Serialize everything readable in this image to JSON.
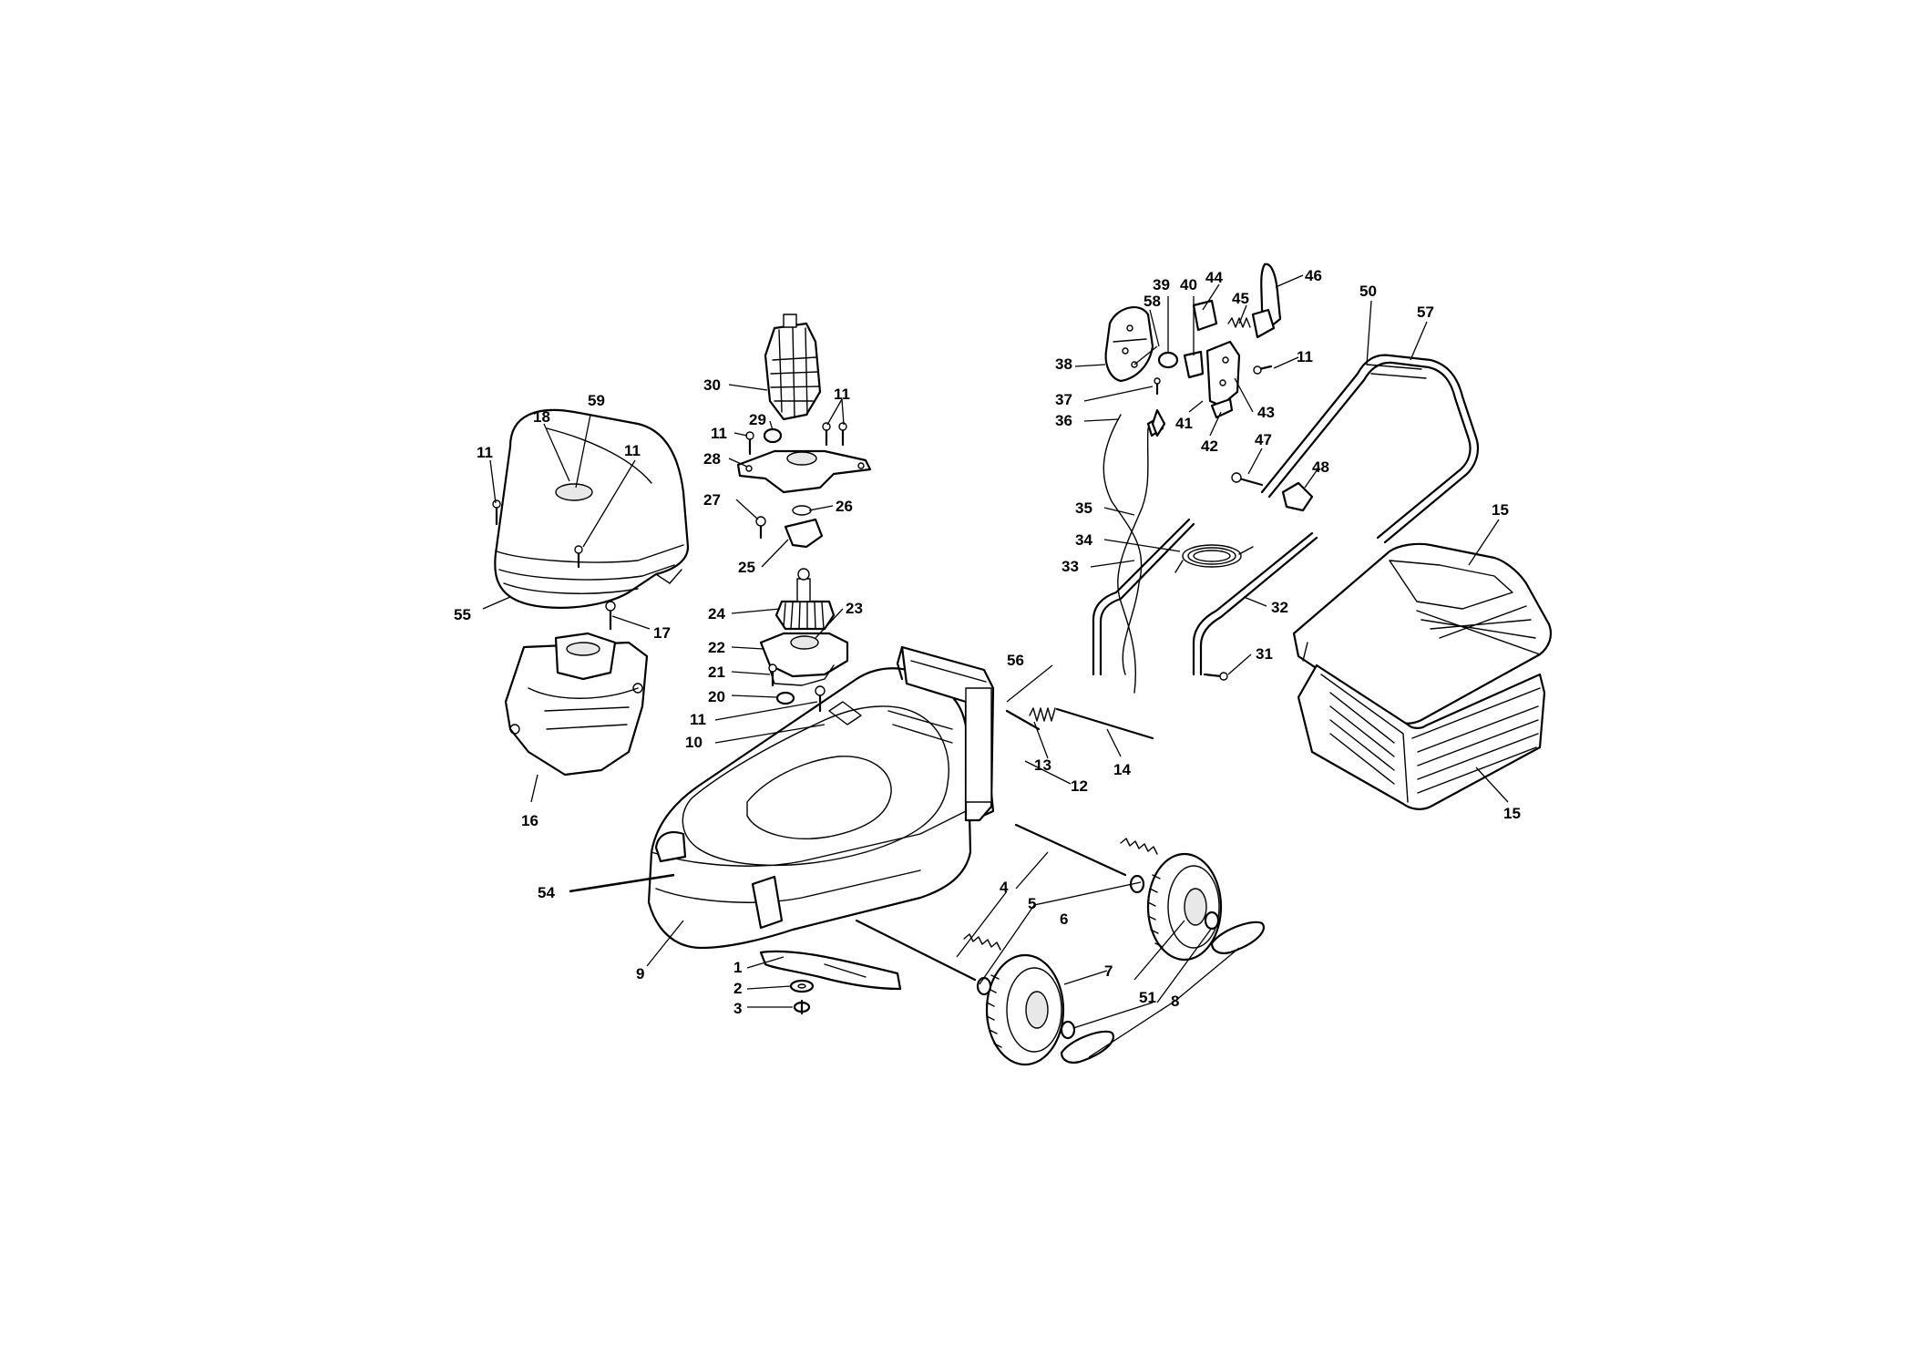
{
  "callouts": [
    {
      "id": "c-1",
      "label": "1"
    },
    {
      "id": "c-2",
      "label": "2"
    },
    {
      "id": "c-3",
      "label": "3"
    },
    {
      "id": "c-4",
      "label": "4"
    },
    {
      "id": "c-5",
      "label": "5"
    },
    {
      "id": "c-6",
      "label": "6"
    },
    {
      "id": "c-7",
      "label": "7"
    },
    {
      "id": "c-8",
      "label": "8"
    },
    {
      "id": "c-9",
      "label": "9"
    },
    {
      "id": "c-10",
      "label": "10"
    },
    {
      "id": "c-11a",
      "label": "11"
    },
    {
      "id": "c-11b",
      "label": "11"
    },
    {
      "id": "c-11c",
      "label": "11"
    },
    {
      "id": "c-11d",
      "label": "11"
    },
    {
      "id": "c-11e",
      "label": "11"
    },
    {
      "id": "c-11f",
      "label": "11"
    },
    {
      "id": "c-12",
      "label": "12"
    },
    {
      "id": "c-13",
      "label": "13"
    },
    {
      "id": "c-14",
      "label": "14"
    },
    {
      "id": "c-15a",
      "label": "15"
    },
    {
      "id": "c-15b",
      "label": "15"
    },
    {
      "id": "c-16",
      "label": "16"
    },
    {
      "id": "c-17",
      "label": "17"
    },
    {
      "id": "c-18",
      "label": "18"
    },
    {
      "id": "c-20",
      "label": "20"
    },
    {
      "id": "c-21",
      "label": "21"
    },
    {
      "id": "c-22",
      "label": "22"
    },
    {
      "id": "c-23",
      "label": "23"
    },
    {
      "id": "c-24",
      "label": "24"
    },
    {
      "id": "c-25",
      "label": "25"
    },
    {
      "id": "c-26",
      "label": "26"
    },
    {
      "id": "c-27",
      "label": "27"
    },
    {
      "id": "c-28",
      "label": "28"
    },
    {
      "id": "c-29",
      "label": "29"
    },
    {
      "id": "c-30",
      "label": "30"
    },
    {
      "id": "c-31",
      "label": "31"
    },
    {
      "id": "c-32",
      "label": "32"
    },
    {
      "id": "c-33",
      "label": "33"
    },
    {
      "id": "c-34",
      "label": "34"
    },
    {
      "id": "c-35",
      "label": "35"
    },
    {
      "id": "c-36",
      "label": "36"
    },
    {
      "id": "c-37",
      "label": "37"
    },
    {
      "id": "c-38",
      "label": "38"
    },
    {
      "id": "c-39",
      "label": "39"
    },
    {
      "id": "c-40",
      "label": "40"
    },
    {
      "id": "c-41",
      "label": "41"
    },
    {
      "id": "c-42",
      "label": "42"
    },
    {
      "id": "c-43",
      "label": "43"
    },
    {
      "id": "c-44",
      "label": "44"
    },
    {
      "id": "c-45",
      "label": "45"
    },
    {
      "id": "c-46",
      "label": "46"
    },
    {
      "id": "c-47",
      "label": "47"
    },
    {
      "id": "c-48",
      "label": "48"
    },
    {
      "id": "c-50",
      "label": "50"
    },
    {
      "id": "c-51",
      "label": "51"
    },
    {
      "id": "c-54",
      "label": "54"
    },
    {
      "id": "c-55",
      "label": "55"
    },
    {
      "id": "c-56",
      "label": "56"
    },
    {
      "id": "c-57",
      "label": "57"
    },
    {
      "id": "c-58",
      "label": "58"
    },
    {
      "id": "c-59",
      "label": "59"
    }
  ]
}
